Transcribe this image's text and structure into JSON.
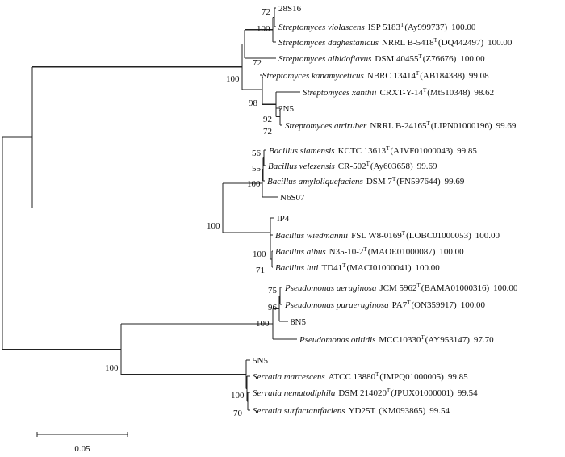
{
  "tree": {
    "taxa": [
      {
        "id": "t_28S16",
        "label": "28S16"
      },
      {
        "id": "t_viol",
        "genus_species": "Streptomyces violascens",
        "strain": "ISP 5183",
        "sup": "T",
        "accession": "(Ay999737)",
        "identity": "100.00"
      },
      {
        "id": "t_dagh",
        "genus_species": "Streptomyces daghestanicus",
        "strain": "NRRL B-5418",
        "sup": "T",
        "accession": "(DQ442497)",
        "identity": "100.00"
      },
      {
        "id": "t_albi",
        "genus_species": "Streptomyces albidoflavus",
        "strain": "DSM 40455",
        "sup": "T",
        "accession": "(Z76676)",
        "identity": "100.00"
      },
      {
        "id": "t_kana",
        "genus_species": "Streptomyces kanamyceticus",
        "strain": "NBRC 13414",
        "sup": "T",
        "accession": "(AB184388)",
        "identity": "99.08"
      },
      {
        "id": "t_xant",
        "genus_species": "Streptomyces xanthii",
        "strain": "CRXT-Y-14",
        "sup": "T",
        "accession": "(Mt510348)",
        "identity": "98.62"
      },
      {
        "id": "t_2N5",
        "label": "2N5"
      },
      {
        "id": "t_atri",
        "genus_species": "Streptomyces atriruber",
        "strain": "NRRL B-24165",
        "sup": "T",
        "accession": "(LIPN01000196)",
        "identity": "99.69"
      },
      {
        "id": "t_siam",
        "genus_species": "Bacillus siamensis",
        "strain": "KCTC 13613",
        "sup": "T",
        "accession": "(AJVF01000043)",
        "identity": "99.85"
      },
      {
        "id": "t_vele",
        "genus_species": "Bacillus velezensis",
        "strain": "CR-502",
        "sup": "T",
        "accession": "(Ay603658)",
        "identity": "99.69"
      },
      {
        "id": "t_amyl",
        "genus_species": "Bacillus amyloliquefaciens",
        "strain": "DSM 7",
        "sup": "T",
        "accession": "(FN597644)",
        "identity": "99.69"
      },
      {
        "id": "t_N6S07",
        "label": "N6S07"
      },
      {
        "id": "t_IP4",
        "label": "IP4"
      },
      {
        "id": "t_wied",
        "genus_species": "Bacillus wiedmannii",
        "strain": "FSL W8-0169",
        "sup": "T",
        "accession": "(LOBC01000053)",
        "identity": "100.00"
      },
      {
        "id": "t_albu",
        "genus_species": "Bacillus albus",
        "strain": "N35-10-2",
        "sup": "T",
        "accession": "(MAOE01000087)",
        "identity": "100.00"
      },
      {
        "id": "t_luti",
        "genus_species": "Bacillus luti",
        "strain": "TD41",
        "sup": "T",
        "accession": "(MACI01000041)",
        "identity": "100.00"
      },
      {
        "id": "t_aeru",
        "genus_species": "Pseudomonas aeruginosa",
        "strain": "JCM 5962",
        "sup": "T",
        "accession": "(BAMA01000316)",
        "identity": "100.00"
      },
      {
        "id": "t_para",
        "genus_species": "Pseudomonas paraeruginosa",
        "strain": "PA7",
        "sup": "T",
        "accession": "(ON359917)",
        "identity": "100.00"
      },
      {
        "id": "t_8N5",
        "label": "8N5"
      },
      {
        "id": "t_otit",
        "genus_species": "Pseudomonas otitidis",
        "strain": "MCC10330",
        "sup": "T",
        "accession": "(AY953147)",
        "identity": "97.70"
      },
      {
        "id": "t_5N5",
        "label": "5N5"
      },
      {
        "id": "t_marc",
        "genus_species": "Serratia marcescens",
        "strain": "ATCC 13880",
        "sup": "T",
        "accession": "(JMPQ01000005)",
        "identity": "99.85"
      },
      {
        "id": "t_nema",
        "genus_species": "Serratia nematodiphila",
        "strain": "DSM 214020",
        "sup": "T",
        "accession": "(JPUX01000001)",
        "identity": "99.54"
      },
      {
        "id": "t_surf",
        "genus_species": "Serratia surfactantfaciens",
        "strain": "YD25T",
        "accession": "(KM093865)",
        "identity": "99.54"
      }
    ],
    "bootstrap": [
      {
        "id": "b1",
        "value": "72"
      },
      {
        "id": "b2",
        "value": "100"
      },
      {
        "id": "b3",
        "value": "72"
      },
      {
        "id": "b4",
        "value": "100"
      },
      {
        "id": "b5",
        "value": "98"
      },
      {
        "id": "b6",
        "value": "92"
      },
      {
        "id": "b7",
        "value": "72"
      },
      {
        "id": "b8",
        "value": "56"
      },
      {
        "id": "b9",
        "value": "55"
      },
      {
        "id": "b10",
        "value": "100"
      },
      {
        "id": "b11",
        "value": "100"
      },
      {
        "id": "b12",
        "value": "100"
      },
      {
        "id": "b13",
        "value": "71"
      },
      {
        "id": "b14",
        "value": "75"
      },
      {
        "id": "b15",
        "value": "96"
      },
      {
        "id": "b16",
        "value": "100"
      },
      {
        "id": "b17",
        "value": "100"
      },
      {
        "id": "b18",
        "value": "100"
      },
      {
        "id": "b19",
        "value": "70"
      }
    ],
    "scale_bar": {
      "label": "0.05",
      "length": 0.05
    }
  }
}
